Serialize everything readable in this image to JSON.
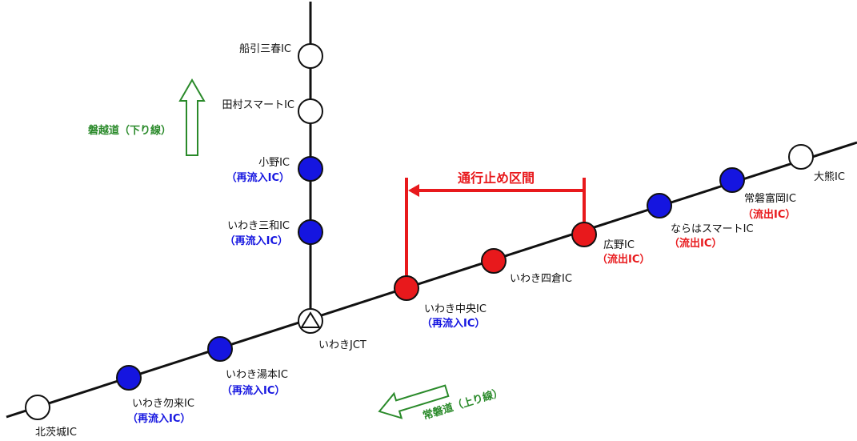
{
  "colors": {
    "line": "#111111",
    "open": "#ffffff",
    "reentry": "#1515e0",
    "closed": "#e8191c",
    "direction": "#2a8a2a"
  },
  "closure": {
    "title": "通行止め区間"
  },
  "directions": {
    "banetsu": "磐越道（下り線）",
    "joban": "常磐道（上り線）"
  },
  "nodes": [
    {
      "id": "kitaibaraki",
      "name": "北茨城IC",
      "sub": "",
      "status": "open"
    },
    {
      "id": "nakoso",
      "name": "いわき勿来IC",
      "sub": "（再流入IC）",
      "status": "reentry"
    },
    {
      "id": "yumoto",
      "name": "いわき湯本IC",
      "sub": "（再流入IC）",
      "status": "reentry"
    },
    {
      "id": "jct",
      "name": "いわきJCT",
      "sub": "",
      "status": "junction"
    },
    {
      "id": "chuo",
      "name": "いわき中央IC",
      "sub": "（再流入IC）",
      "status": "closed"
    },
    {
      "id": "yotsukura",
      "name": "いわき四倉IC",
      "sub": "",
      "status": "closed"
    },
    {
      "id": "hirono",
      "name": "広野IC",
      "sub": "（流出IC）",
      "status": "closed"
    },
    {
      "id": "naraha",
      "name": "ならはスマートIC",
      "sub": "（流出IC）",
      "status": "reentry"
    },
    {
      "id": "tomioka",
      "name": "常磐富岡IC",
      "sub": "（流出IC）",
      "status": "reentry"
    },
    {
      "id": "okuma",
      "name": "大熊IC",
      "sub": "",
      "status": "open"
    },
    {
      "id": "miwa",
      "name": "いわき三和IC",
      "sub": "（再流入IC）",
      "status": "reentry"
    },
    {
      "id": "ono",
      "name": "小野IC",
      "sub": "（再流入IC）",
      "status": "reentry"
    },
    {
      "id": "tamura",
      "name": "田村スマートIC",
      "sub": "",
      "status": "open"
    },
    {
      "id": "funehiki",
      "name": "船引三春IC",
      "sub": "",
      "status": "open"
    }
  ]
}
